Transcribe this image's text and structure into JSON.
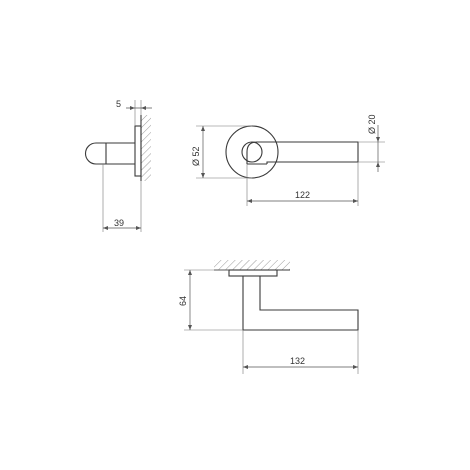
{
  "dimensions": {
    "rose_thickness": "5",
    "projection": "39",
    "rose_diameter": "Ø 52",
    "lever_diameter": "Ø 20",
    "lever_length_top": "122",
    "height": "64",
    "lever_length_front": "132"
  },
  "colors": {
    "line": "#3a3a3a",
    "dimension": "#555555"
  }
}
